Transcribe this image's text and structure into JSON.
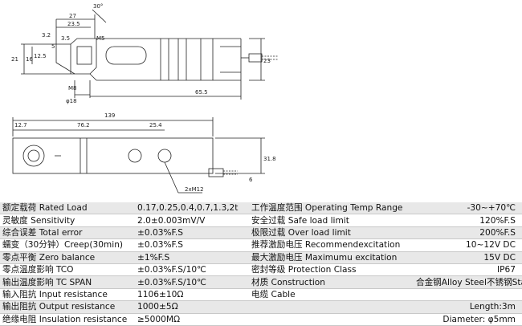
{
  "drawing": {
    "dims_top": [
      "30°",
      "27",
      "23.5",
      "3.2",
      "3.5",
      "5",
      "M5",
      "21",
      "16",
      "12.5",
      "23",
      "M8",
      "φ18",
      "65.5"
    ],
    "dims_bottom": [
      "139",
      "12.7",
      "76.2",
      "25.4",
      "31.8",
      "6",
      "2xM12"
    ]
  },
  "spec_rows": [
    {
      "label": "额定载荷 Rated Load",
      "value": "0.17,0.25,0.4,0.7,1.3,2t",
      "label2": "工作温度范围 Operating Temp Range",
      "value2": "-30~+70℃"
    },
    {
      "label": "灵敏度 Sensitivity",
      "value": "2.0±0.003mV/V",
      "label2": "安全过载 Safe load limit",
      "value2": "120%F.S"
    },
    {
      "label": "综合误差 Total error",
      "value": "±0.03%F.S",
      "label2": "极限过载 Over load limit",
      "value2": "200%F.S"
    },
    {
      "label": "蠕变（30分钟）Creep(30min)",
      "value": "±0.03%F.S",
      "label2": "推荐激励电压 Recommendexcitation",
      "value2": "10~12V DC"
    },
    {
      "label": "零点平衡 Zero balance",
      "value": "±1%F.S",
      "label2": "最大激励电压 Maximumu excitation",
      "value2": "15V DC"
    },
    {
      "label": "零点温度影响 TCO",
      "value": "±0.03%F.S/10℃",
      "label2": "密封等级 Protection Class",
      "value2": "IP67"
    },
    {
      "label": "输出温度影响 TC SPAN",
      "value": "±0.03%F.S/10℃",
      "label2": "材质 Construction",
      "value2": "合金钢Alloy Steel不锈钢Stainless Steel"
    },
    {
      "label": "输入阻抗 Input resistance",
      "value": "1106±10Ω",
      "label2": "电缆 Cable",
      "value2": ""
    },
    {
      "label": "输出阻抗 Output resistance",
      "value": "1000±5Ω",
      "label2": "",
      "value2": "Length:3m"
    },
    {
      "label": "绝缘电阻 Insulation resistance",
      "value": "≥5000MΩ",
      "label2": "",
      "value2": "Diameter: φ5mm"
    }
  ]
}
